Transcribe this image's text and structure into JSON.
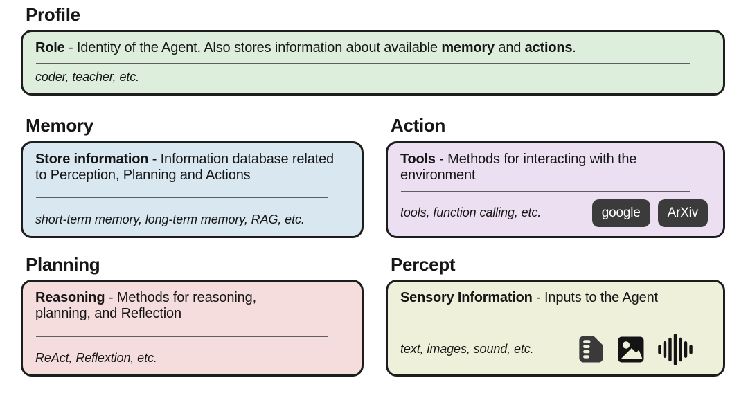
{
  "page": {
    "background": "#ffffff",
    "border_color": "#1d1d1d",
    "divider_color": "#5f5f5f"
  },
  "sections": {
    "profile": {
      "heading": "Profile",
      "box_color": "#ddeedd",
      "term": "Role",
      "desc_1": " - Identity of the Agent. Also stores information about available ",
      "bold_1": "memory",
      "desc_2": " and ",
      "bold_2": "actions",
      "desc_3": ".",
      "example": "coder, teacher, etc."
    },
    "memory": {
      "heading": "Memory",
      "box_color": "#d9e8f0",
      "term": "Store information",
      "desc": " - Information database related to Perception, Planning and Actions",
      "example": "short-term memory, long-term memory, RAG, etc."
    },
    "action": {
      "heading": "Action",
      "box_color": "#ecdff1",
      "term": "Tools",
      "desc": " - Methods for interacting with the environment",
      "example": "tools, function calling, etc.",
      "button_color": "#3b3b3b",
      "button_text_color": "#ffffff",
      "buttons": [
        {
          "label": "google"
        },
        {
          "label": "ArXiv"
        }
      ]
    },
    "planning": {
      "heading": "Planning",
      "box_color": "#f6dddd",
      "term": "Reasoning",
      "desc": " - Methods for reasoning, planning, and Reflection",
      "example": "ReAct, Reflextion, etc."
    },
    "percept": {
      "heading": "Percept",
      "box_color": "#eff0d9",
      "term": "Sensory Information",
      "desc": " - Inputs to the Agent",
      "example": "text, images, sound, etc.",
      "icon_color": "#3a3a3a",
      "icon_color_dark": "#141414",
      "icons": [
        {
          "name": "document-icon"
        },
        {
          "name": "image-icon"
        },
        {
          "name": "audio-waveform-icon"
        }
      ]
    }
  }
}
